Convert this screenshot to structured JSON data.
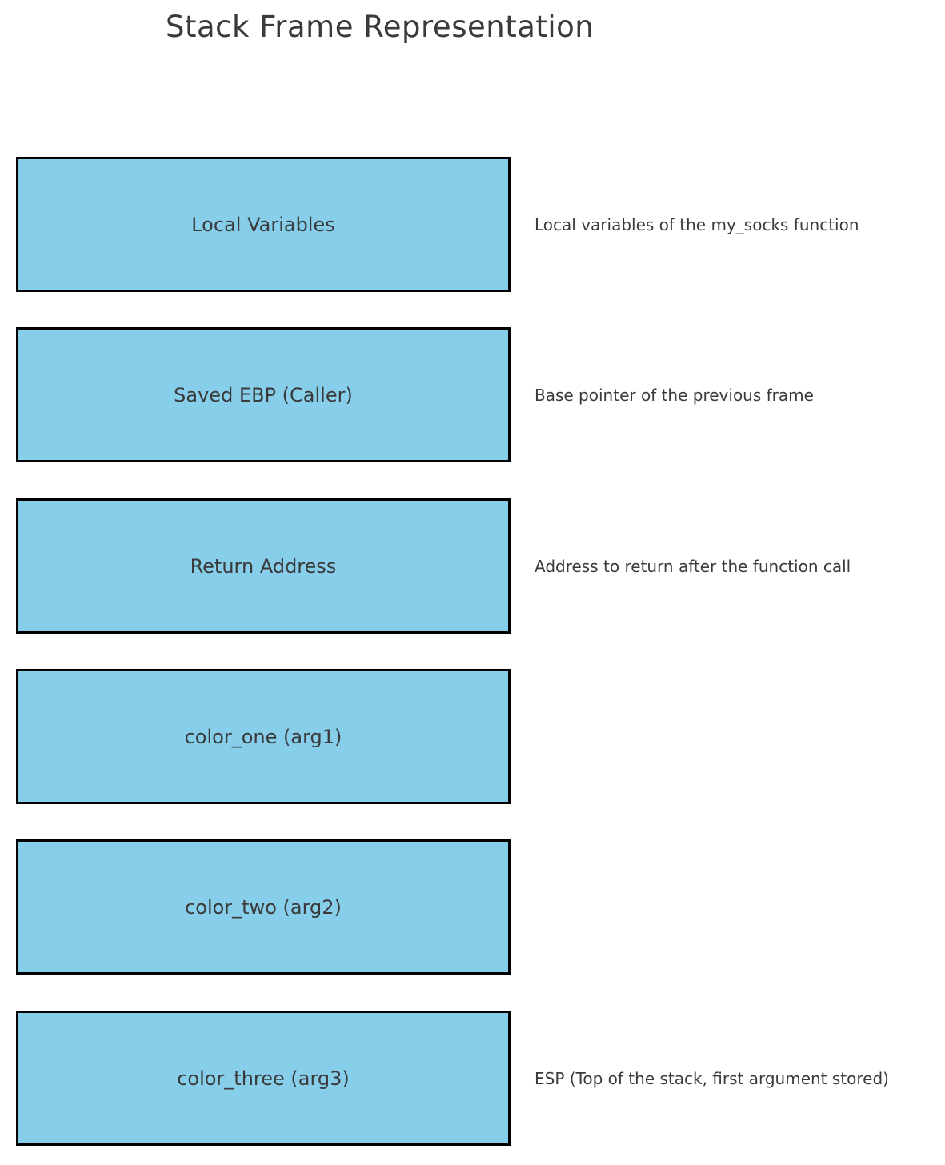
{
  "title": "Stack Frame Representation",
  "colors": {
    "background": "#ffffff",
    "box_fill": "#87CEEB",
    "box_border": "#000000",
    "text": "#3a3a3a"
  },
  "frames": [
    {
      "label": "Local Variables",
      "annotation": "Local variables of the my_socks function"
    },
    {
      "label": "Saved EBP (Caller)",
      "annotation": "Base pointer of the previous frame"
    },
    {
      "label": "Return Address",
      "annotation": "Address to return after the function call"
    },
    {
      "label": "color_one (arg1)",
      "annotation": ""
    },
    {
      "label": "color_two (arg2)",
      "annotation": ""
    },
    {
      "label": "color_three (arg3)",
      "annotation": "ESP (Top of the stack, first argument stored)"
    }
  ]
}
